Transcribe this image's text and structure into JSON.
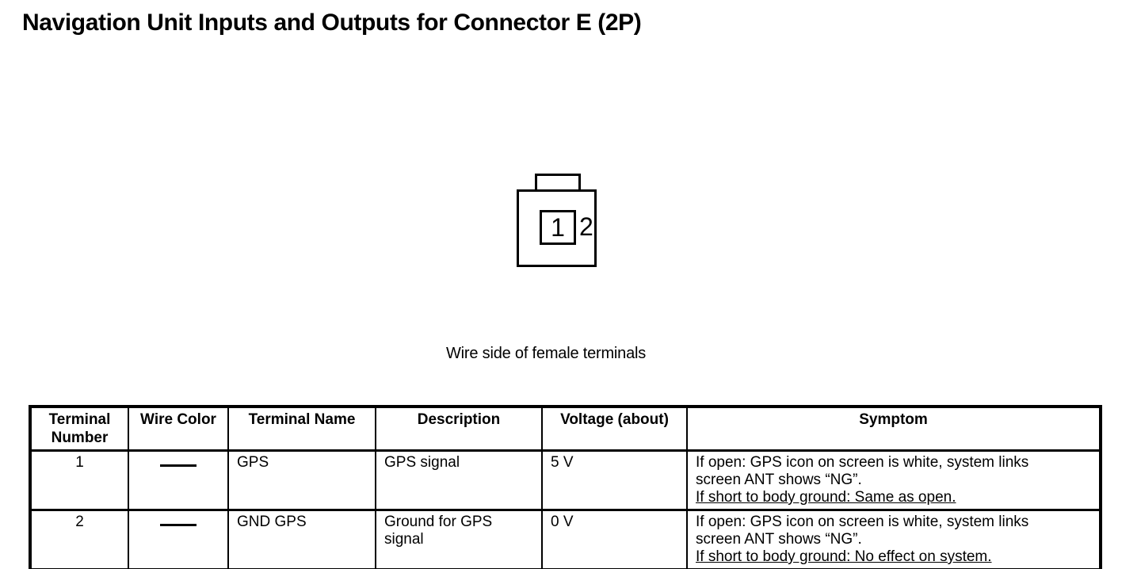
{
  "title": "Navigation Unit Inputs and Outputs for Connector E (2P)",
  "connector": {
    "terminal_1": "1",
    "terminal_2": "2",
    "caption": "Wire side of female terminals"
  },
  "table": {
    "headers": {
      "terminal_number": "Terminal Number",
      "wire_color": "Wire Color",
      "terminal_name": "Terminal Name",
      "description": "Description",
      "voltage": "Voltage (about)",
      "symptom": "Symptom"
    },
    "rows": [
      {
        "terminal_number": "1",
        "wire_color": "dash",
        "terminal_name": "GPS",
        "description_line1": "GPS signal",
        "voltage": "5 V",
        "symptom_line1": "If open: GPS icon on screen is white, system links",
        "symptom_line2": "screen ANT shows “NG”.",
        "symptom_line3": "If short to body ground: Same as open."
      },
      {
        "terminal_number": "2",
        "wire_color": "dash",
        "terminal_name": "GND GPS",
        "description_line1": "Ground for GPS",
        "description_line2": "signal",
        "voltage": "0 V",
        "symptom_line1": "If open: GPS icon on screen is white, system links",
        "symptom_line2": "screen ANT shows “NG”.",
        "symptom_line3": "If short to body ground: No effect on system."
      }
    ]
  }
}
